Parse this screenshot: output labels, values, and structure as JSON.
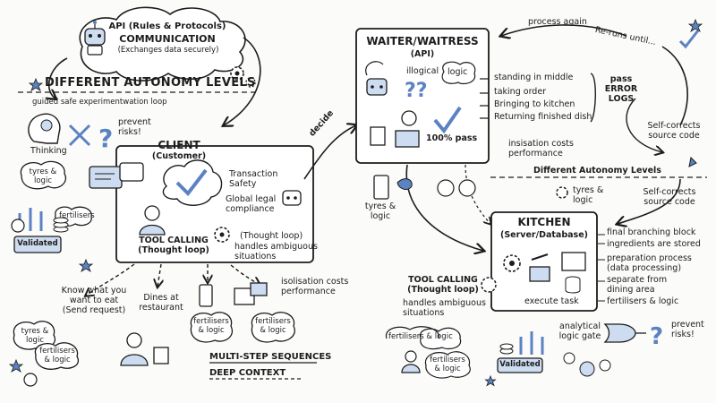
{
  "api": {
    "title": "API (Rules & Protocols)",
    "subtitle": "COMMUNICATION",
    "detail": "(Exchanges data securely)"
  },
  "autonomy": {
    "title": "DIFFERENT AUTONOMY LEVELS",
    "loop": "guided safe experimentwation loop"
  },
  "left_top": {
    "thinking": "Thinking",
    "prevent": "prevent\nrisks!"
  },
  "client": {
    "title": "CLIENT",
    "subtitle": "(Customer)",
    "transaction": "Transaction\nSafety",
    "legal": "Global legal\ncompliance",
    "thought_loop": "(Thought loop)",
    "handles": "handles ambiguous\nsituations",
    "tool_calling": "TOOL CALLING\n(Thought loop)"
  },
  "left_mid": {
    "tyres": "tyres &\nlogic",
    "fertilisers": "fertilisers",
    "validated": "Validated"
  },
  "flow": {
    "know": "Know what you\nwant to eat\n(Send request)",
    "dines": "Dines at\nrestaurant",
    "isolisation": "isolisation costs\nperformance",
    "fert1": "fertilisers\n& logic",
    "fert2": "fertilisers\n& logic",
    "multi": "MULTI-STEP SEQUENCES",
    "deep": "DEEP CONTEXT"
  },
  "left_bottom": {
    "tyres": "tyres &\nlogic",
    "fert": "fertilisers\n& logic"
  },
  "decide": "decide",
  "top_flow": {
    "process": "process again",
    "reruns": "Re-runs until..."
  },
  "waiter": {
    "title": "WAITER/WAITRESS",
    "subtitle": "(API)",
    "illogical": "illogical",
    "logic": "logic",
    "pass": "100% pass",
    "insisation": "insisation costs\nperformance"
  },
  "steps": [
    "standing in middle",
    "taking order",
    "Bringing to kitchen",
    "Returning finished dish"
  ],
  "pass_logs": "pass\nERROR\nLOGS",
  "self_corrects_1": "Self-corrects\nsource code",
  "different_levels": "Different Autonomy Levels",
  "mid_right": {
    "tyres_logic": "tyres &\nlogic",
    "self_corrects_2": "Self-corrects\nsource code",
    "tyres2": "tyres &\nlogic"
  },
  "kitchen": {
    "title": "KITCHEN",
    "subtitle": "(Server/Database)",
    "execute": "execute task"
  },
  "kitchen_list": [
    "final branching block",
    "ingredients are stored",
    "preparation process\n(data processing)",
    "separate from\ndining area",
    "fertilisers & logic"
  ],
  "right_tool": {
    "tool_calling": "TOOL CALLING\n(Thought loop)",
    "handles": "handles ambiguous\nsituations"
  },
  "right_bottom": {
    "fert_logic": "fertilisers & logic",
    "fert_logic2": "fertilisers\n& logic",
    "validated": "Validated",
    "gate": "analytical\nlogic gate",
    "prevent": "prevent\nrisks!"
  },
  "colors": {
    "ink": "#1c1c1c",
    "blue": "#5b82c2",
    "light_blue": "#cddcf0",
    "paper": "#fbfbf9"
  }
}
